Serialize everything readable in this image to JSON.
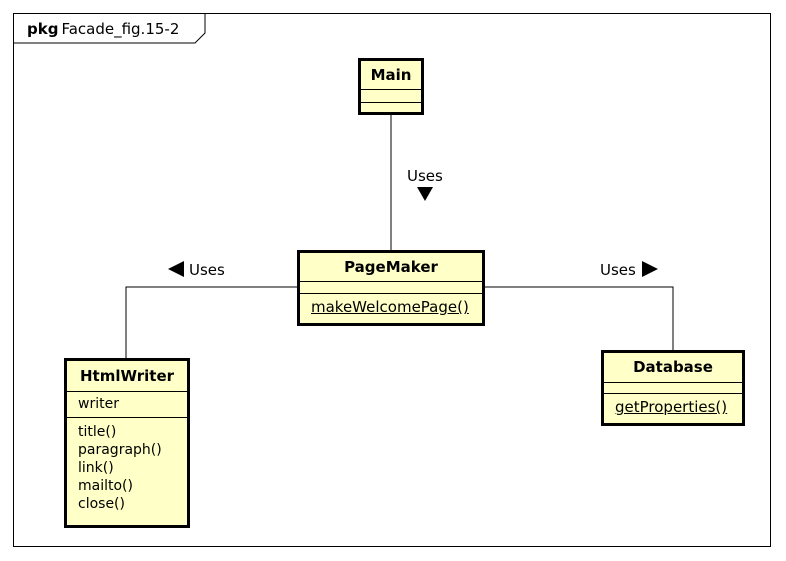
{
  "package": {
    "keyword": "pkg",
    "name": "Facade_fig.15-2"
  },
  "classes": {
    "main": {
      "name": "Main"
    },
    "pagemaker": {
      "name": "PageMaker",
      "operations": [
        "makeWelcomePage()"
      ]
    },
    "htmlwriter": {
      "name": "HtmlWriter",
      "attributes": [
        "writer"
      ],
      "operations": [
        "title()",
        "paragraph()",
        "link()",
        "mailto()",
        "close()"
      ]
    },
    "database": {
      "name": "Database",
      "operations": [
        "getProperties()"
      ]
    }
  },
  "associations": {
    "main_pagemaker": "Uses",
    "pagemaker_htmlwriter": "Uses",
    "pagemaker_database": "Uses"
  },
  "colors": {
    "class_fill": "#ffffc8",
    "line": "#000000"
  }
}
